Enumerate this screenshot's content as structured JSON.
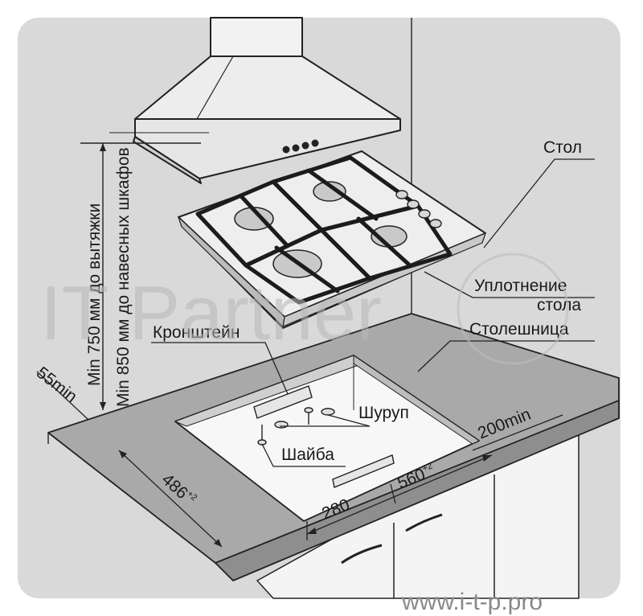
{
  "labels": {
    "table": "Стол",
    "seal_line1": "Уплотнение",
    "seal_line2": "стола",
    "countertop": "Столешница",
    "bracket": "Кронштейн",
    "screw": "Шуруп",
    "washer": "Шайба"
  },
  "dimensions": {
    "hood_min": "Min 750 мм до вытяжки",
    "cabinet_min": "Min 850 мм до навесных шкафов",
    "side_min": "55min",
    "right_min": "200min",
    "depth": "486",
    "depth_tol": "+2",
    "width": "560",
    "width_tol": "+2",
    "half_width": "280"
  },
  "watermark": {
    "brand": "IT Partner",
    "url": "www.i-t-p.pro"
  }
}
